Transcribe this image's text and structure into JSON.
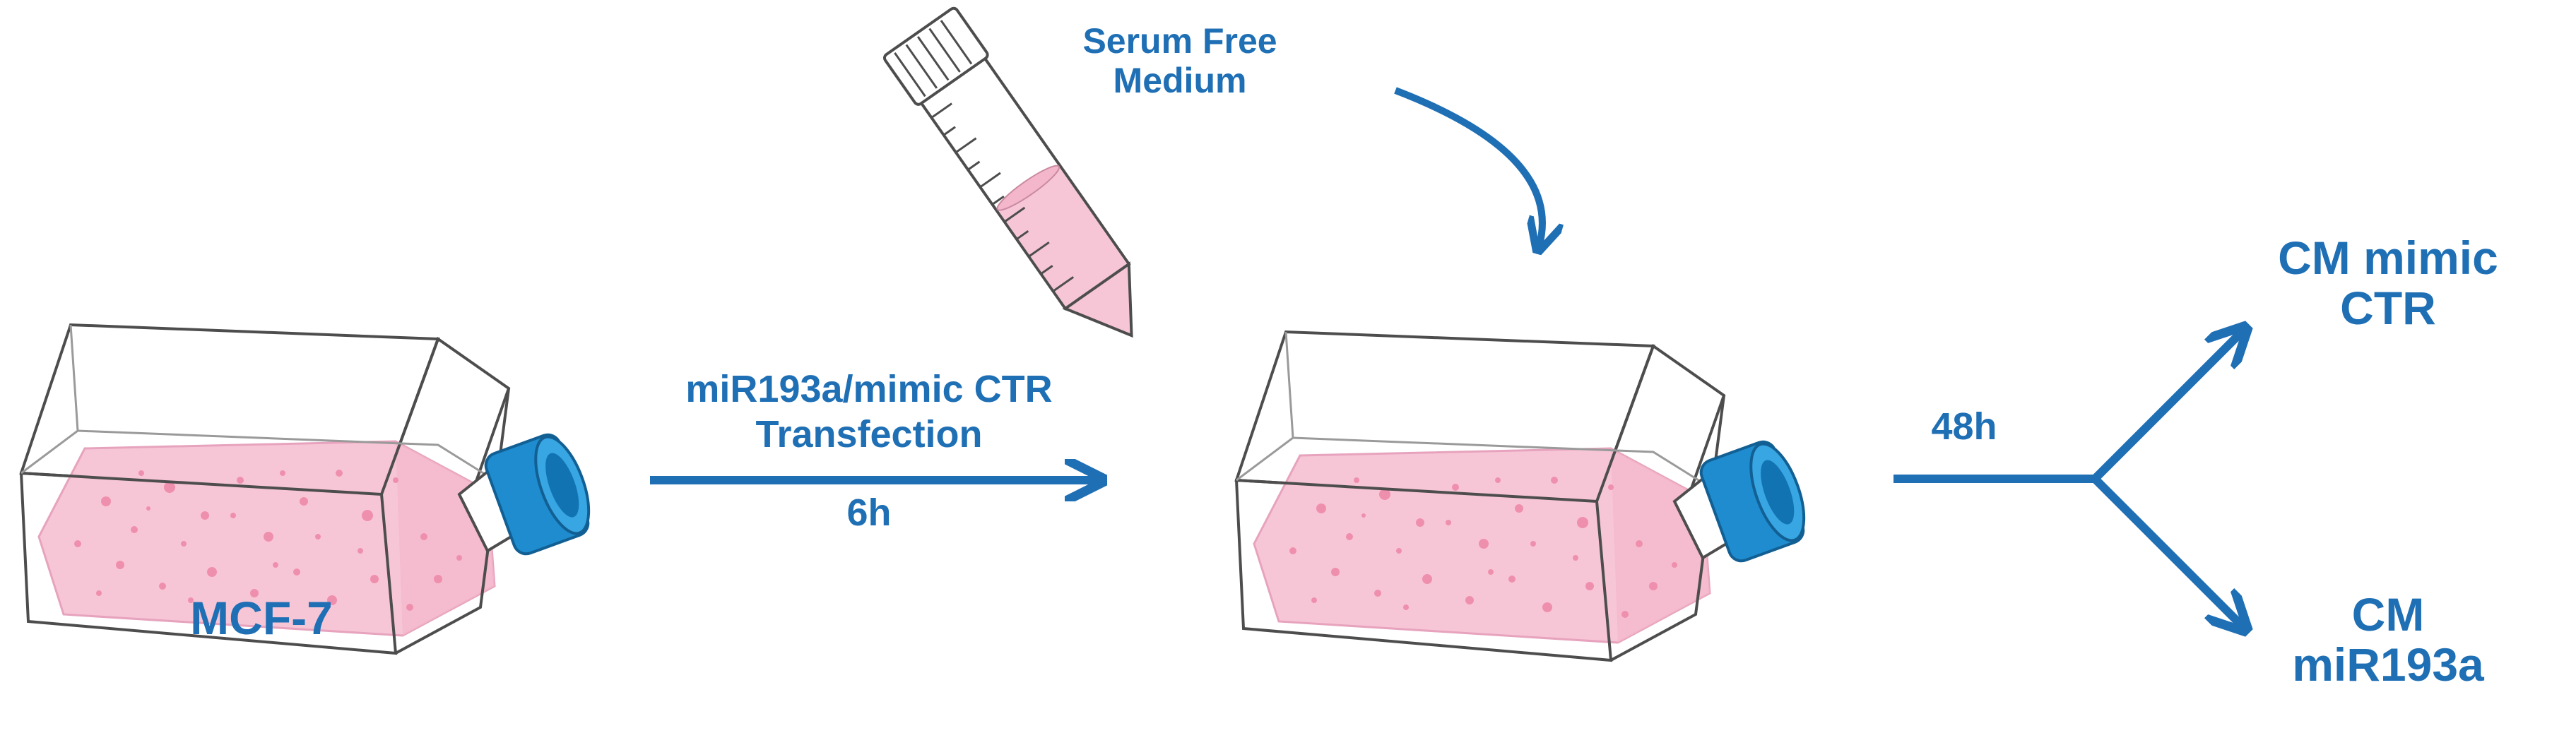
{
  "colors": {
    "accent": "#1f6fb5",
    "medium": "#f7c6d6",
    "cells": "#ef8fae",
    "cap": "#1e8ccf"
  },
  "icons": [
    "culture-flask-icon",
    "centrifuge-tube-icon",
    "culture-flask-icon"
  ],
  "labels": {
    "cell_line": "MCF-7",
    "transfection_line1": "miR193a/mimic CTR",
    "transfection_line2": "Transfection",
    "transfection_time": "6h",
    "medium_line1": "Serum Free",
    "medium_line2": "Medium",
    "incubation_time": "48h",
    "output_ctr_line1": "CM mimic",
    "output_ctr_line2": "CTR",
    "output_mir_line1": "CM",
    "output_mir_line2": "miR193a"
  }
}
